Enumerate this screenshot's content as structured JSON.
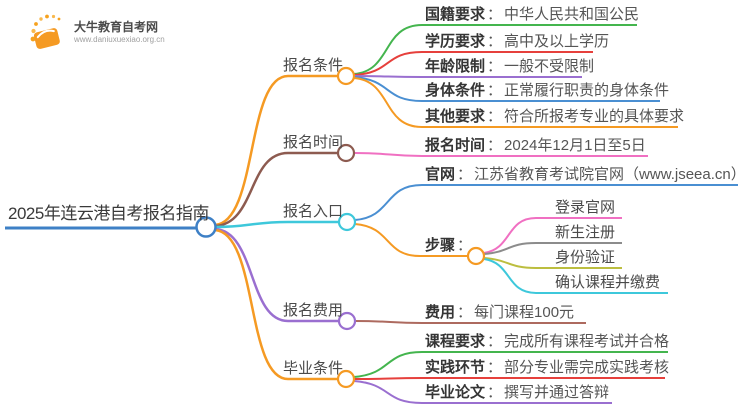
{
  "logo": {
    "title": "大牛教育自考网",
    "url": "www.daniuxuexiao.org.cn"
  },
  "sep": "：",
  "root": {
    "label": "2025年连云港自考报名指南"
  },
  "branches": [
    {
      "label": "报名条件",
      "children": [
        {
          "label": "国籍要求",
          "value": "中华人民共和国公民"
        },
        {
          "label": "学历要求",
          "value": "高中及以上学历"
        },
        {
          "label": "年龄限制",
          "value": "一般不受限制"
        },
        {
          "label": "身体条件",
          "value": "正常履行职责的身体条件"
        },
        {
          "label": "其他要求",
          "value": "符合所报考专业的具体要求"
        }
      ]
    },
    {
      "label": "报名时间",
      "children": [
        {
          "label": "报名时间",
          "value": "2024年12月1日至5日"
        }
      ]
    },
    {
      "label": "报名入口",
      "children": [
        {
          "label": "官网",
          "value": "江苏省教育考试院官网（www.jseea.cn）"
        },
        {
          "label": "步骤",
          "steps": [
            "登录官网",
            "新生注册",
            "身份验证",
            "确认课程并缴费"
          ]
        }
      ]
    },
    {
      "label": "报名费用",
      "children": [
        {
          "label": "费用",
          "value": "每门课程100元"
        }
      ]
    },
    {
      "label": "毕业条件",
      "children": [
        {
          "label": "课程要求",
          "value": "完成所有课程考试并合格"
        },
        {
          "label": "实践环节",
          "value": "部分专业需完成实践考核"
        },
        {
          "label": "毕业论文",
          "value": "撰写并通过答辩"
        }
      ]
    }
  ],
  "palette": {
    "blue": "#3E80C6",
    "orange": "#F59A23",
    "brown": "#8D5B50",
    "cyan": "#3EC8DB",
    "purple": "#9A6FD0",
    "green": "#44B54E",
    "red": "#E6403C",
    "pink": "#F070C2",
    "gray": "#8C8C8C",
    "olive": "#BCBE3F",
    "brick": "#AD6A5F"
  }
}
